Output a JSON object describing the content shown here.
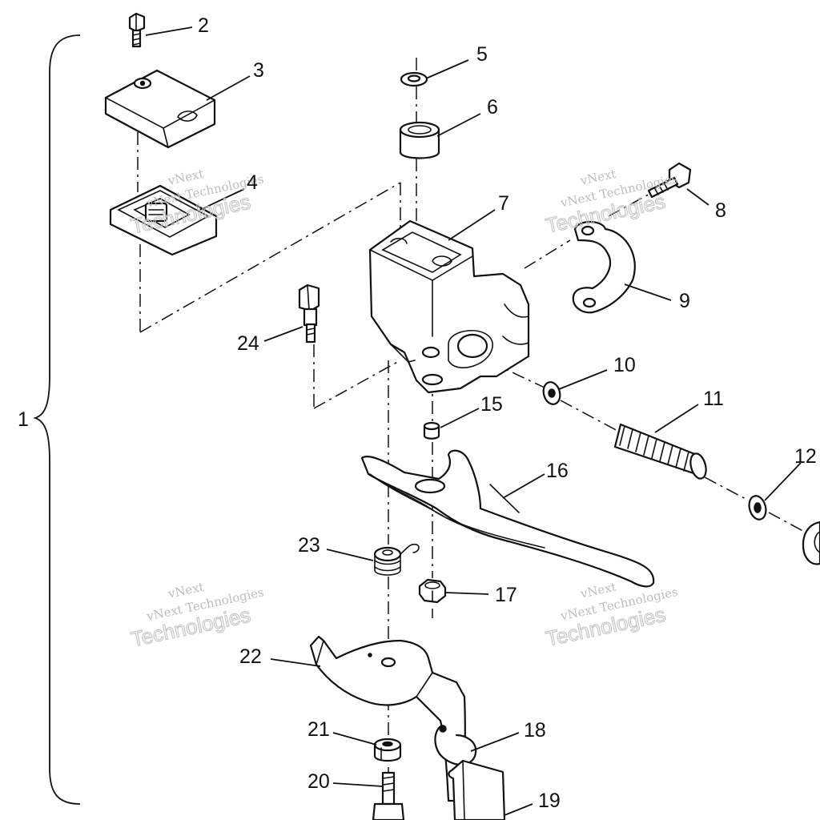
{
  "callouts": {
    "c1": "1",
    "c2": "2",
    "c3": "3",
    "c4": "4",
    "c5": "5",
    "c6": "6",
    "c7": "7",
    "c8": "8",
    "c9": "9",
    "c10": "10",
    "c11": "11",
    "c12": "12",
    "c15": "15",
    "c16": "16",
    "c17": "17",
    "c18": "18",
    "c19": "19",
    "c20": "20",
    "c21": "21",
    "c22": "22",
    "c23": "23",
    "c24": "24"
  },
  "watermark": {
    "line1": "vNext",
    "line2": "vNext Technologies",
    "line3": "Technologies"
  },
  "colors": {
    "ink": "#111111",
    "watermark": "#bdbdbd",
    "background": "#ffffff"
  }
}
